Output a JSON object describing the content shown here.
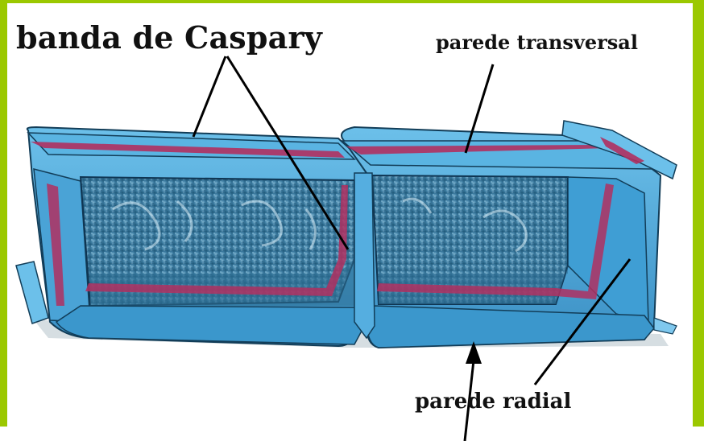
{
  "labels": {
    "caspary": "banda de Caspary",
    "transversal": "parede transversal",
    "radial": "parede radial"
  },
  "colors": {
    "frame_green": "#9bc800",
    "cell_wall_blue": "#4aa3d6",
    "cell_wall_dark": "#1c5e86",
    "caspary_band": "#b03060",
    "cytoplasm": "#2a6f95"
  }
}
